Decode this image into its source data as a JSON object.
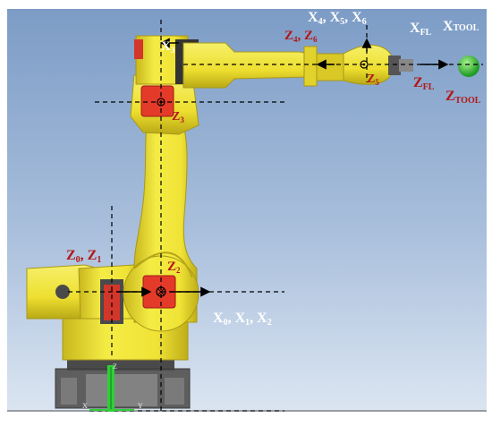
{
  "labels": {
    "x4x5x6": {
      "text": "X",
      "parts": [
        [
          "X",
          "4"
        ],
        [
          "X",
          "5"
        ],
        [
          "X",
          "6"
        ]
      ]
    },
    "z4z6": {
      "parts": [
        [
          "Z",
          "4"
        ],
        [
          "Z",
          "6"
        ]
      ]
    },
    "x3": {
      "main": "X",
      "sub": "3"
    },
    "z3": {
      "main": "Z",
      "sub": "3"
    },
    "z5": {
      "main": "Z",
      "sub": "5"
    },
    "xfl": {
      "main": "X",
      "sub": "FL"
    },
    "xtool": {
      "main": "X",
      "sub": "TOOL"
    },
    "zfl": {
      "main": "Z",
      "sub": "FL"
    },
    "ztool": {
      "main": "Z",
      "sub": "TOOL"
    },
    "z0z1": {
      "parts": [
        [
          "Z",
          "0"
        ],
        [
          "Z",
          "1"
        ]
      ]
    },
    "z2": {
      "main": "Z",
      "sub": "2"
    },
    "x0x1x2": {
      "parts": [
        [
          "X",
          "0"
        ],
        [
          "X",
          "1"
        ],
        [
          "X",
          "2"
        ]
      ]
    },
    "base_x": {
      "main": "X"
    },
    "base_y": {
      "main": "Y"
    },
    "base_z": {
      "main": "Z"
    }
  },
  "colors": {
    "sky_top": "#7f9fc8",
    "sky_bottom": "#d9e4f1",
    "robot_yellow": "#f2ea3c",
    "robot_shadow": "#c8b81a",
    "motor_red": "#e43a2a",
    "base_grey": "#6d6d6d",
    "label_red": "#b21818",
    "label_white": "#ffffff",
    "tool_green": "#38c93a"
  }
}
